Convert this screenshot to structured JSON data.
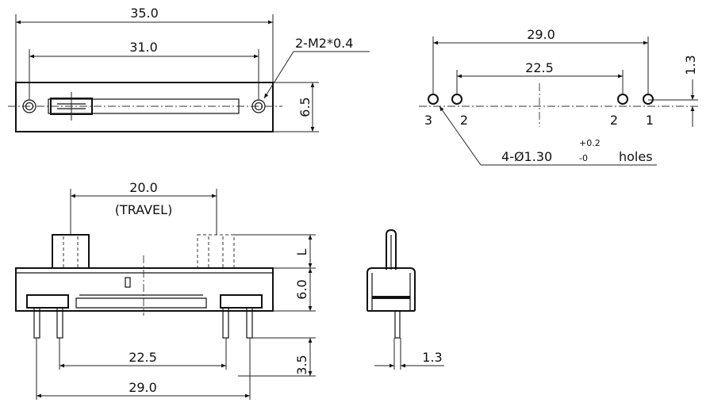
{
  "top_view": {
    "overall_width": "35.0",
    "hole_spacing": "31.0",
    "mount_note": "2-M2*0.4",
    "height": "6.5"
  },
  "pcb_layout": {
    "outer_pitch": "29.0",
    "inner_pitch": "22.5",
    "offset": "1.3",
    "pin_labels": [
      "3",
      "2",
      "2",
      "1"
    ],
    "hole_spec": "4-Ø1.30",
    "tol_plus": "+0.2",
    "tol_minus": "-0",
    "hole_word": "holes"
  },
  "front_view": {
    "travel": "20.0",
    "travel_note": "(TRAVEL)",
    "lever_height": "L",
    "body_height": "6.0",
    "pin_length": "3.5",
    "inner_pin_pitch": "22.5",
    "outer_pin_pitch": "29.0"
  },
  "side_view": {
    "pin_offset": "1.3"
  }
}
